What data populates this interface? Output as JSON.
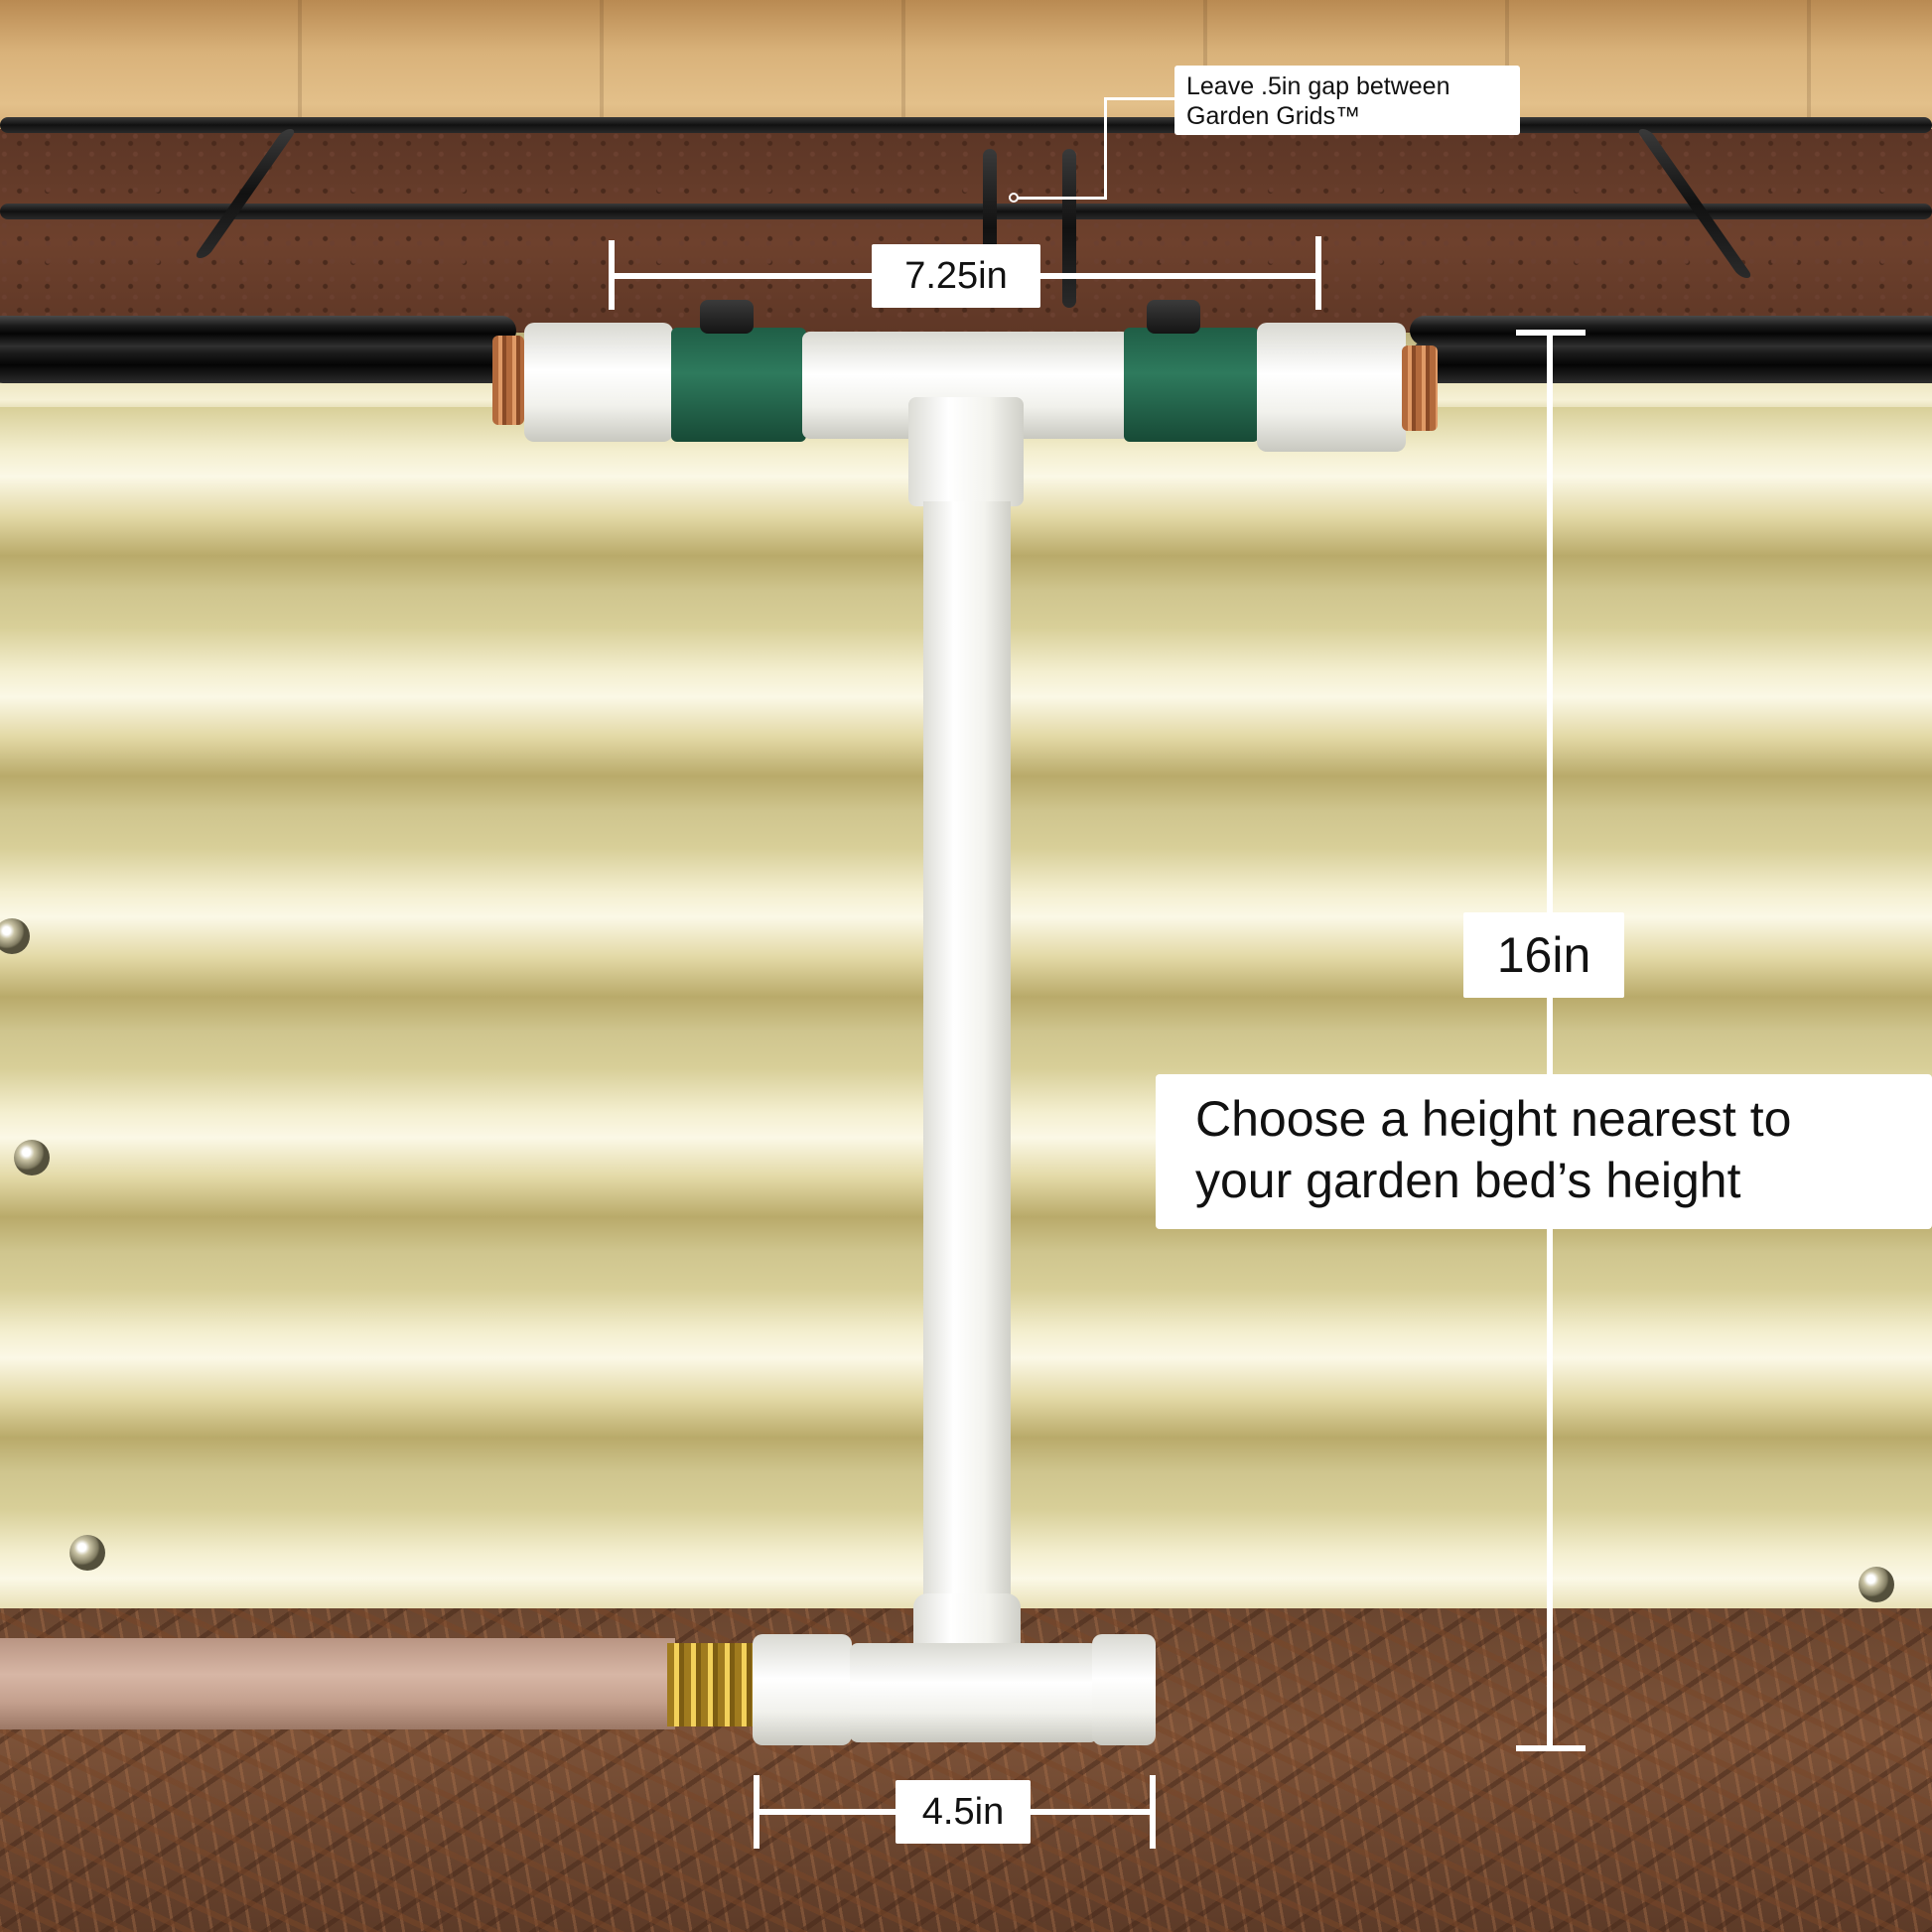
{
  "annotations": {
    "top_width": "7.25in",
    "bottom_width": "4.5in",
    "height": "16in",
    "gap_note": {
      "line1": "Leave .5in gap between",
      "line2": "Garden Grids™"
    },
    "height_note": {
      "line1": "Choose a height nearest to",
      "line2": "your garden bed’s height"
    }
  },
  "colors": {
    "label_background": "#ffffff",
    "label_text": "#111111",
    "dimension_line": "#ffffff",
    "metal_bed": "#e9e1b3",
    "soil": "#5c3626",
    "mulch": "#6a4630",
    "pvc": "#ffffff",
    "valve": "#2e7a5d",
    "hose": "#c4a08e"
  }
}
